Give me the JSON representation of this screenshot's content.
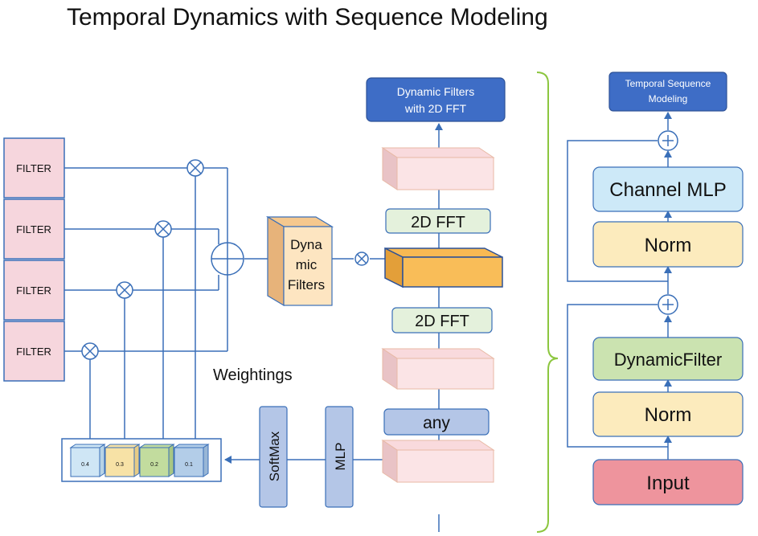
{
  "title": "Temporal Dynamics with Sequence Modeling",
  "filters": [
    "FILTER",
    "FILTER",
    "FILTER",
    "FILTER"
  ],
  "dynamic_filters_label": [
    "Dyna",
    "mic",
    "Filters"
  ],
  "weightings_label": "Weightings",
  "weights": [
    {
      "value": "0.4",
      "color": "#cfe6f5"
    },
    {
      "value": "0.3",
      "color": "#f7e2a6"
    },
    {
      "value": "0.2",
      "color": "#c2dc9e"
    },
    {
      "value": "0.1",
      "color": "#b3cde8"
    }
  ],
  "softmax_label": "SoftMax",
  "mlp_label": "MLP",
  "center": {
    "output_label": [
      "Dynamic Filters",
      "with 2D FFT"
    ],
    "fft_top": "2D FFT",
    "fft_bottom": "2D FFT",
    "any": "any"
  },
  "right": {
    "output_label": [
      "Temporal Sequence",
      "Modeling"
    ],
    "channel_mlp": "Channel MLP",
    "norm_top": "Norm",
    "dynamic_filter": "DynamicFilter",
    "norm_bottom": "Norm",
    "input": "Input"
  },
  "colors": {
    "line": "#3a6fb8",
    "filter_fill": "#f6d6dd",
    "navy": "#3e6dc6",
    "fft_fill": "#e4f1dc",
    "any_fill": "#b4c6e7",
    "pink_slab": "#f9dadd",
    "orange_slab": "#f8b953",
    "channel_mlp": "#cde9f8",
    "norm": "#fcebbd",
    "dynamic_filter": "#cbe3b0",
    "input": "#ee949d",
    "bracket": "#8cc63f"
  }
}
